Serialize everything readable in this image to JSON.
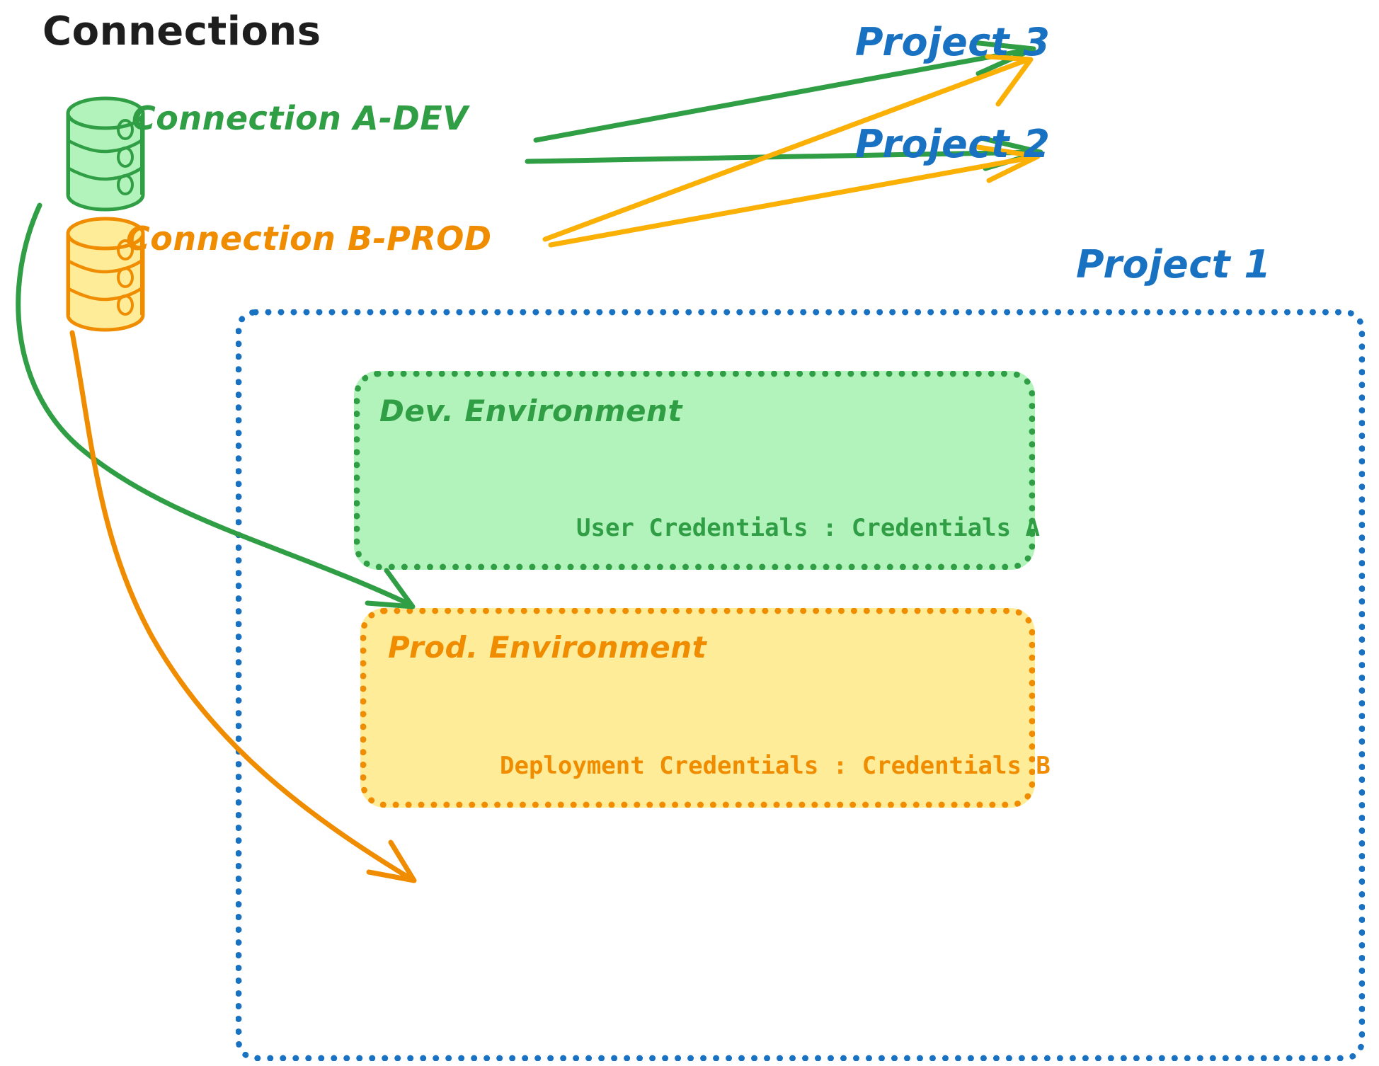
{
  "title": "Connections",
  "colors": {
    "green_stroke": "#2f9e44",
    "green_fill": "#b2f2bb",
    "orange_stroke": "#f08c00",
    "amber_stroke": "#fab005",
    "yellow_fill": "#ffec99",
    "blue_stroke": "#1971c2",
    "text_black": "#1e1e1e"
  },
  "connections": [
    {
      "id": "a-dev",
      "label": "Connection A-DEV",
      "color": "#2f9e44",
      "icon": "database-icon"
    },
    {
      "id": "b-prod",
      "label": "Connection B-PROD",
      "color": "#f08c00",
      "icon": "database-icon"
    }
  ],
  "projects": [
    {
      "id": "project-3",
      "label": "Project 3"
    },
    {
      "id": "project-2",
      "label": "Project 2"
    },
    {
      "id": "project-1",
      "label": "Project 1"
    }
  ],
  "project1": {
    "label": "Project 1",
    "environments": [
      {
        "id": "dev-environment",
        "title": "Dev. Environment",
        "credentials": "User Credentials : Credentials A",
        "color": "#2f9e44",
        "fill": "#b2f2bb"
      },
      {
        "id": "prod-environment",
        "title": "Prod. Environment",
        "credentials": "Deployment Credentials : Credentials B",
        "color": "#f08c00",
        "fill": "#ffec99"
      }
    ]
  },
  "edges": [
    {
      "id": "a-dev-to-project-3",
      "from": "Connection A-DEV",
      "to": "Project 3",
      "color": "#2f9e44",
      "style": "straight-arrow"
    },
    {
      "id": "a-dev-to-project-2",
      "from": "Connection A-DEV",
      "to": "Project 2",
      "color": "#2f9e44",
      "style": "straight-arrow"
    },
    {
      "id": "b-prod-to-project-3",
      "from": "Connection B-PROD",
      "to": "Project 3",
      "color": "#fab005",
      "style": "straight-arrow"
    },
    {
      "id": "b-prod-to-project-2",
      "from": "Connection B-PROD",
      "to": "Project 2",
      "color": "#fab005",
      "style": "straight-arrow"
    },
    {
      "id": "a-dev-to-dev-environment",
      "from": "Connection A-DEV",
      "to": "Dev. Environment",
      "color": "#2f9e44",
      "style": "curved-arrow"
    },
    {
      "id": "b-prod-to-prod-environment",
      "from": "Connection B-PROD",
      "to": "Prod. Environment",
      "color": "#f08c00",
      "style": "curved-arrow"
    }
  ]
}
